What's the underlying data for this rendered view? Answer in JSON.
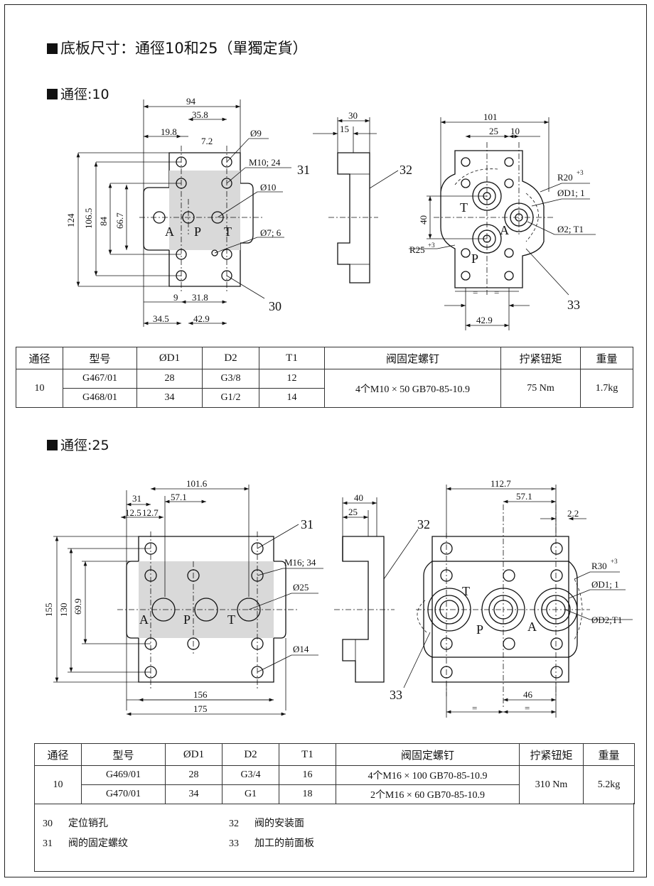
{
  "title": "底板尺寸：通徑10和25（單獨定貨）",
  "section10": {
    "heading": "通徑:10",
    "drawing_a": {
      "dims": [
        "94",
        "35.8",
        "19.8",
        "7.2",
        "124",
        "106.5",
        "84",
        "66.7",
        "9",
        "31.8",
        "34.5",
        "42.9"
      ],
      "callouts": [
        "Ø9",
        "M10; 24",
        "Ø10",
        "Ø7; 6"
      ],
      "ports": [
        "A",
        "P",
        "T"
      ],
      "refs": [
        "31",
        "30"
      ]
    },
    "drawing_b": {
      "dims": [
        "30",
        "15"
      ],
      "refs": [
        "32"
      ]
    },
    "drawing_c": {
      "dims": [
        "101",
        "25",
        "10",
        "40",
        "=",
        "=",
        "42.9"
      ],
      "callouts": [
        "R20",
        "+3",
        "ØD1; 1",
        "Ø2;  T1",
        "R25",
        "+3"
      ],
      "ports": [
        "T",
        "A",
        "P"
      ],
      "refs": [
        "33"
      ]
    },
    "table": {
      "headers": [
        "通径",
        "型号",
        "ØD1",
        "D2",
        "T1",
        "阀固定螺钉",
        "拧紧钮矩",
        "重量"
      ],
      "nominal": "10",
      "rows": [
        {
          "model": "G467/01",
          "d1": "28",
          "d2": "G3/8",
          "t1": "12"
        },
        {
          "model": "G468/01",
          "d1": "34",
          "d2": "G1/2",
          "t1": "14"
        }
      ],
      "screw": "4个M10 × 50 GB70-85-10.9",
      "torque": "75 Nm",
      "weight": "1.7kg"
    }
  },
  "section25": {
    "heading": "通徑:25",
    "drawing_a": {
      "dims": [
        "101.6",
        "57.1",
        "31",
        "12.5",
        "12.7",
        "155",
        "130",
        "69.9",
        "156",
        "175"
      ],
      "callouts": [
        "M16; 34",
        "Ø25",
        "Ø14"
      ],
      "ports": [
        "A",
        "P",
        "T"
      ],
      "refs": [
        "31"
      ]
    },
    "drawing_b": {
      "dims": [
        "40",
        "25"
      ],
      "refs": [
        "32"
      ]
    },
    "drawing_c": {
      "dims": [
        "112.7",
        "57.1",
        "2.2",
        "46",
        "=",
        "="
      ],
      "callouts": [
        "R30",
        "+3",
        "ØD1; 1",
        "ØD2;T1"
      ],
      "ports": [
        "T",
        "P",
        "A"
      ],
      "refs": [
        "33"
      ]
    },
    "table": {
      "headers": [
        "通径",
        "型号",
        "ØD1",
        "D2",
        "T1",
        "阀固定螺钉",
        "拧紧钮矩",
        "重量"
      ],
      "nominal": "10",
      "rows": [
        {
          "model": "G469/01",
          "d1": "28",
          "d2": "G3/4",
          "t1": "16",
          "screw": "4个M16 × 100 GB70-85-10.9"
        },
        {
          "model": "G470/01",
          "d1": "34",
          "d2": "G1",
          "t1": "18",
          "screw": "2个M16 × 60 GB70-85-10.9"
        }
      ],
      "torque": "310 Nm",
      "weight": "5.2kg"
    }
  },
  "notes": [
    {
      "num": "30",
      "text": "定位销孔"
    },
    {
      "num": "31",
      "text": "阀的固定螺纹"
    },
    {
      "num": "32",
      "text": "阀的安装面"
    },
    {
      "num": "33",
      "text": "加工的前面板"
    }
  ]
}
